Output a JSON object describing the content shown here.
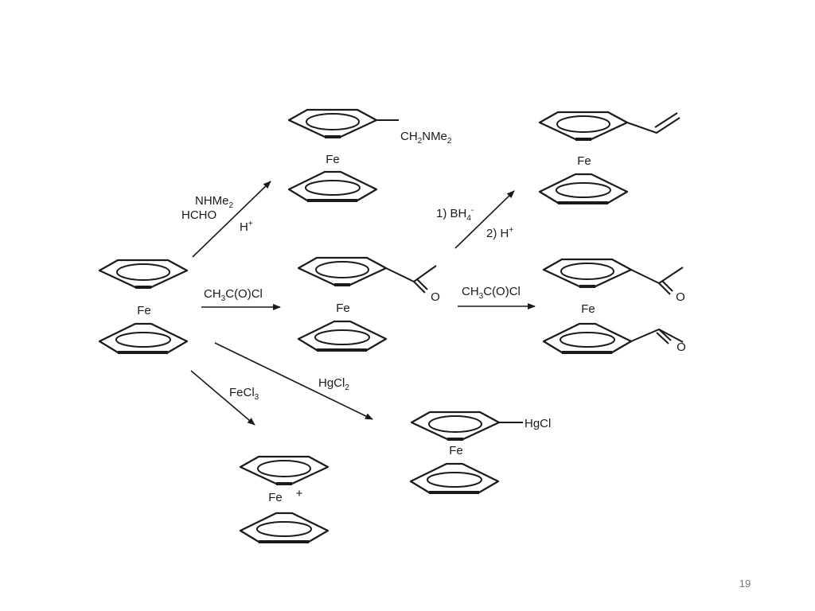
{
  "slide": {
    "page_number": "19"
  },
  "molecules": {
    "ferrocene": {
      "metal": "Fe"
    },
    "aminomethyl_ferrocene": {
      "metal": "Fe",
      "substituent": "CH2NMe2"
    },
    "vinyl_ferrocene": {
      "metal": "Fe"
    },
    "acetyl_ferrocene": {
      "metal": "Fe",
      "oxygen": "O"
    },
    "diacetyl_ferrocene": {
      "metal": "Fe",
      "oxygen_top": "O",
      "oxygen_bottom": "O"
    },
    "ferrocenium": {
      "metal": "Fe",
      "charge": "+"
    },
    "chloromercuri_ferrocene": {
      "metal": "Fe",
      "substituent": "HgCl"
    }
  },
  "reactions": {
    "mannich": {
      "reagent_line1": "NHMe2",
      "reagent_line2": "HCHO",
      "reagent_line3": "H+"
    },
    "acylation_1": {
      "reagent": "CH3C(O)Cl"
    },
    "acylation_2": {
      "reagent": "CH3C(O)Cl"
    },
    "reduction": {
      "step1": "1) BH4-",
      "step2": "2) H+"
    },
    "oxidation": {
      "reagent": "FeCl3"
    },
    "mercuration": {
      "reagent": "HgCl2"
    }
  }
}
